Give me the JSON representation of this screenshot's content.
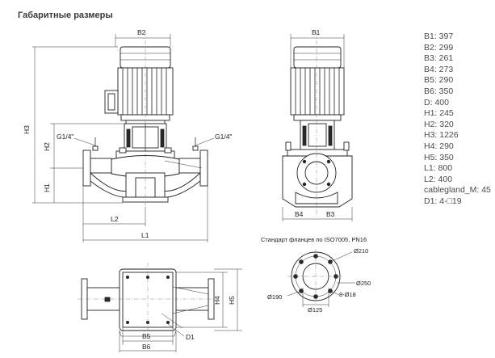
{
  "title": "Габаритные размеры",
  "specs": [
    "B1: 397",
    "B2: 299",
    "B3: 261",
    "B4: 273",
    "B5: 290",
    "B6: 350",
    "D: 400",
    "H1: 245",
    "H2: 320",
    "H3: 1226",
    "H4: 290",
    "H5: 350",
    "L1: 800",
    "L2: 400",
    "cablegland_M: 45",
    "D1: 4-□19"
  ],
  "labels": {
    "b2": "B2",
    "b1": "B1",
    "b3": "B3",
    "b4": "B4",
    "b5": "B5",
    "b6": "B6",
    "h1": "H1",
    "h2": "H2",
    "h3": "H3",
    "h4": "H4",
    "h5": "H5",
    "l1": "L1",
    "l2": "L2",
    "d1": "D1",
    "gauge_left": "G1/4\"",
    "gauge_right": "G1/4\""
  },
  "flange": {
    "standard": "Стандарт фланцев по ISO7005, PN16",
    "d210": "Ø210",
    "d250": "Ø250",
    "d190": "Ø190",
    "d125": "Ø125",
    "holes": "8-Ø18"
  }
}
